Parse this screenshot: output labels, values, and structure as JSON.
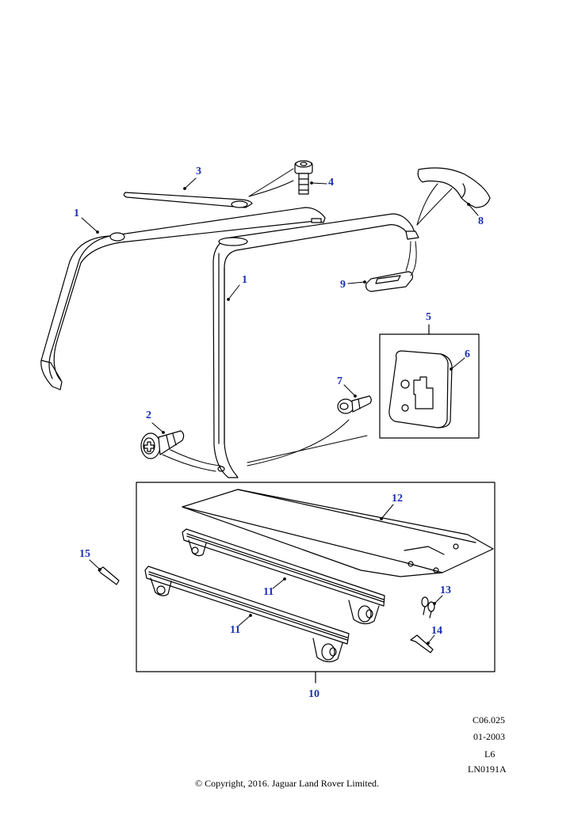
{
  "callouts": {
    "c1a": "1",
    "c1b": "1",
    "c2": "2",
    "c3": "3",
    "c4": "4",
    "c5": "5",
    "c6": "6",
    "c7": "7",
    "c8": "8",
    "c9": "9",
    "c10": "10",
    "c11a": "11",
    "c11b": "11",
    "c12": "12",
    "c13": "13",
    "c14": "14",
    "c15": "15"
  },
  "meta": {
    "ref": "C06.025",
    "date": "01-2003",
    "line": "L6",
    "code": "LN0191A"
  },
  "copyright": "© Copyright, 2016. Jaguar Land Rover Limited.",
  "colors": {
    "callout": "#1a2fb4",
    "line": "#000000"
  }
}
